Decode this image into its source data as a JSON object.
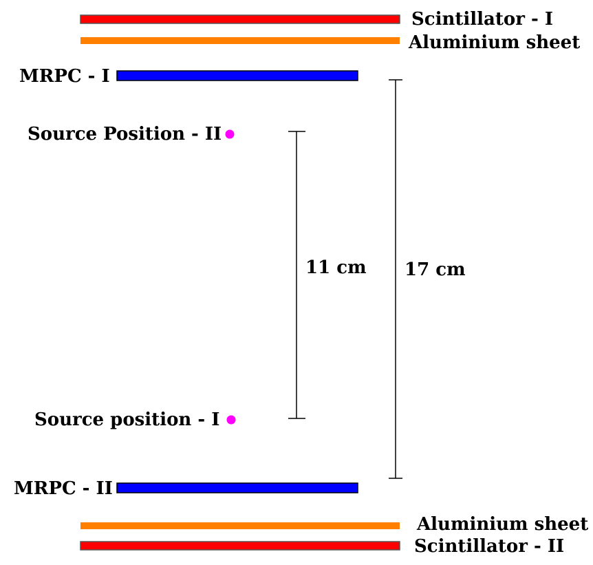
{
  "labels": {
    "scintillator_top": "Scintillator - I",
    "aluminium_top": "Aluminium sheet",
    "mrpc_top": "MRPC - I",
    "source_2": "Source Position - II",
    "source_1": "Source position - I",
    "mrpc_bottom": "MRPC - II",
    "aluminium_bottom": "Aluminium sheet",
    "scintillator_bottom": "Scintillator - II"
  },
  "dimensions": {
    "inner": "11 cm",
    "outer": "17 cm"
  },
  "colors": {
    "scintillator": "#ff0000",
    "aluminium": "#ff8000",
    "mrpc": "#0000ff",
    "source": "#ff00ff",
    "dimension_line": "#000000"
  }
}
